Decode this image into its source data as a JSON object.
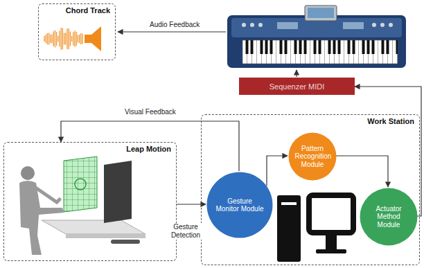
{
  "diagram": {
    "nodes": [
      {
        "text": [
          "Chord Track"
        ]
      },
      {
        "text": [
          "Sequenzer MIDI"
        ]
      },
      {
        "text": [
          "Leap Motion"
        ]
      },
      {
        "text": [
          "Work Station"
        ]
      },
      {
        "text": [
          "Gesture Monitor Module"
        ],
        "in": 3
      },
      {
        "text": [
          "Pattern Recognition Module"
        ],
        "in": 3
      },
      {
        "text": [
          "Actuator Method Module"
        ],
        "in": 3
      }
    ],
    "edges": [
      {
        "from": 2,
        "to": 4,
        "label": "Gesture Detection",
        "arrow": "to"
      },
      {
        "from": 4,
        "to": 2,
        "label": "Visual Feedback",
        "arrow": "to"
      },
      {
        "from": 4,
        "to": 5,
        "arrow": "to"
      },
      {
        "from": 5,
        "to": 6,
        "arrow": "to"
      },
      {
        "from": 6,
        "to": 1,
        "arrow": "to"
      }
    ],
    "labels": [
      "Audio Feedback"
    ]
  }
}
